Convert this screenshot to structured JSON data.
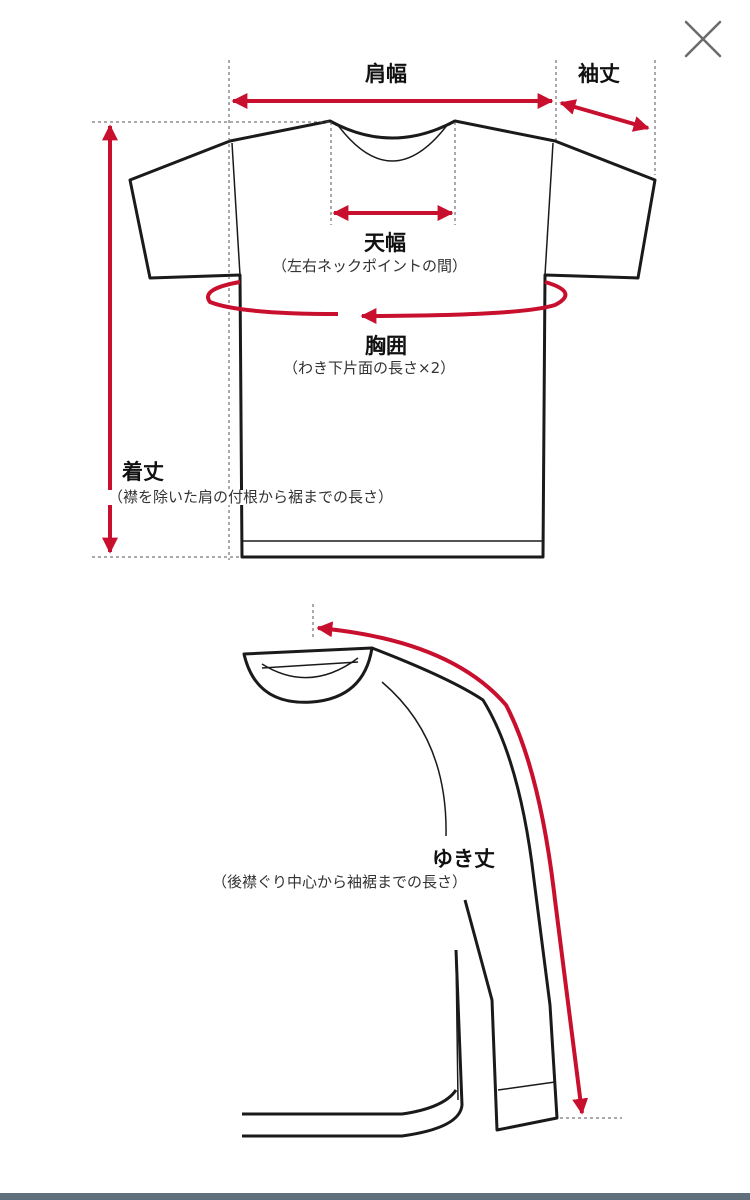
{
  "close_button": {
    "icon": "close-icon"
  },
  "colors": {
    "accent": "#c8102e",
    "line": "#1a1a1a"
  },
  "tshirt": {
    "shoulder_width": "肩幅",
    "sleeve_length": "袖丈",
    "neck_width": "天幅",
    "neck_width_note": "（左右ネックポイントの間）",
    "chest": "胸囲",
    "chest_note": "（わき下片面の長さ×2）",
    "body_length": "着丈",
    "body_length_note": "（襟を除いた肩の付根から裾までの長さ）"
  },
  "sweatshirt": {
    "yuki_length": "ゆき丈",
    "yuki_length_note": "（後襟ぐり中心から袖裾までの長さ）"
  }
}
